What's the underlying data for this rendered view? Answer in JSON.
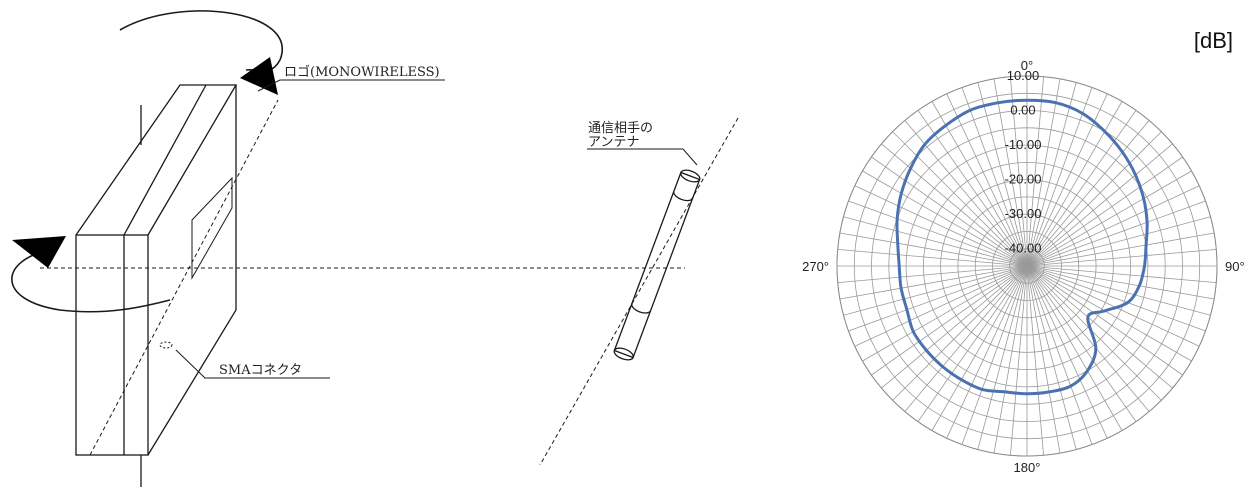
{
  "labels": {
    "logo": "ロゴ(MONOWIRELESS)",
    "connector": "SMAコネクタ",
    "partner_line1": "通信相手の",
    "partner_line2": "アンテナ"
  },
  "chart_data": {
    "type": "polar",
    "unit_label": "[dB]",
    "angle_labels": [
      "0°",
      "90°",
      "180°",
      "270°"
    ],
    "radial_ticks": [
      "10.00",
      "0.00",
      "-10.00",
      "-20.00",
      "-30.00",
      "-40.00"
    ],
    "radial_values": [
      10,
      0,
      -10,
      -20,
      -30,
      -40
    ],
    "rlim": [
      -45,
      10
    ],
    "series_color": "#4a72b0",
    "series": [
      {
        "angles_deg": [
          0,
          10,
          20,
          30,
          40,
          50,
          60,
          70,
          80,
          90,
          100,
          110,
          120,
          130,
          140,
          150,
          160,
          170,
          180,
          190,
          200,
          210,
          220,
          230,
          240,
          250,
          260,
          270,
          280,
          290,
          300,
          310,
          320,
          330,
          340,
          350
        ],
        "values_db": [
          3,
          3,
          2,
          0,
          -2,
          -4,
          -6,
          -8,
          -10,
          -11,
          -12,
          -14,
          -19,
          -22,
          -14,
          -10,
          -8,
          -8,
          -8,
          -8,
          -7,
          -7,
          -7,
          -7,
          -7,
          -8,
          -8,
          -8,
          -7,
          -5,
          -3,
          -1,
          1,
          2,
          3,
          3
        ]
      }
    ]
  }
}
